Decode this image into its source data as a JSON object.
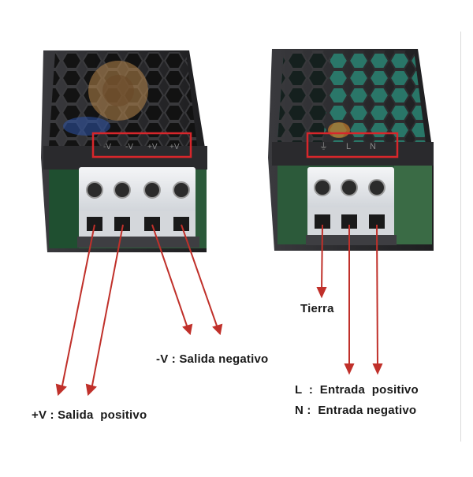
{
  "left_unit": {
    "terminal_markings": [
      "-V",
      "-V",
      "+V",
      "+V"
    ]
  },
  "right_unit": {
    "terminal_markings": [
      "⏚",
      "L",
      "N"
    ]
  },
  "annotations": {
    "tierra": "Tierra",
    "negative_output": "-V : Salida negativo",
    "positive_output": "+V : Salida  positivo",
    "live_input": "L  :  Entrada  positivo",
    "neutral_input": "N :  Entrada negativo"
  },
  "colors": {
    "arrow": "#c0302a",
    "highlight_box": "#d8262b",
    "housing": "#2b2b2e",
    "terminal_block": "#e9eaec"
  }
}
